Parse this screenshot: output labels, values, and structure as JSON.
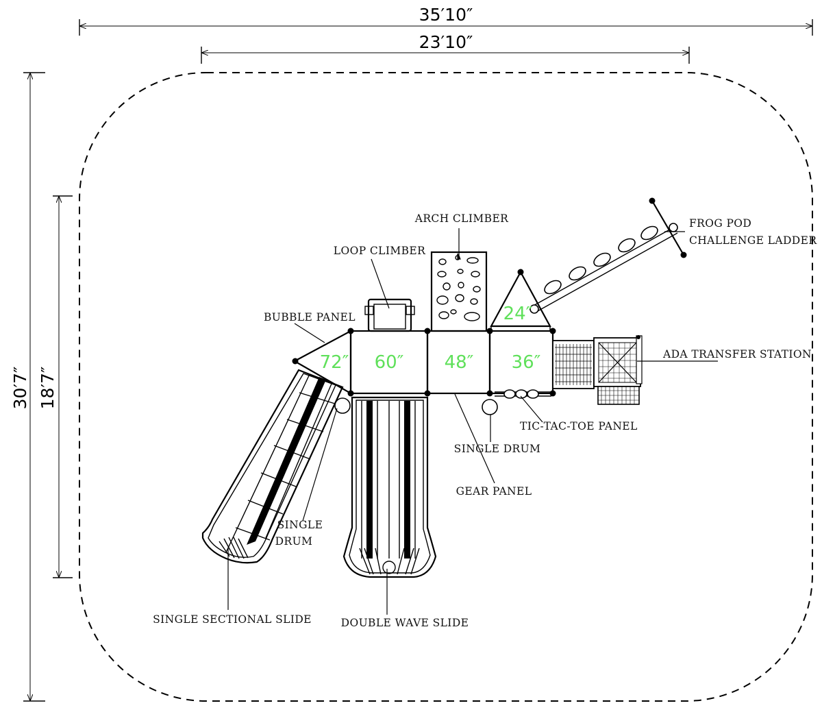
{
  "dimensions": {
    "overall_width": "35′10″",
    "structure_width": "23′10″",
    "overall_depth": "30′7″",
    "structure_depth": "18′7″"
  },
  "decks": {
    "d72": "72″",
    "d60": "60″",
    "d48": "48″",
    "d36": "36″",
    "d24": "24″"
  },
  "labels": {
    "arch_climber": "ARCH CLIMBER",
    "loop_climber": "LOOP CLIMBER",
    "frog_pod_1": "FROG POD",
    "frog_pod_2": "CHALLENGE LADDER",
    "bubble_panel": "BUBBLE PANEL",
    "ada_transfer": "ADA TRANSFER STATION",
    "tic_tac_toe": "TIC-TAC-TOE PANEL",
    "single_drum_right": "SINGLE DRUM",
    "gear_panel": "GEAR PANEL",
    "single_drum_left_1": "SINGLE",
    "single_drum_left_2": "DRUM",
    "single_sectional_slide": "SINGLE SECTIONAL SLIDE",
    "double_wave_slide": "DOUBLE WAVE SLIDE"
  },
  "colors": {
    "deck_height_text": "#5fe05a",
    "line": "#000000",
    "background": "#ffffff"
  }
}
